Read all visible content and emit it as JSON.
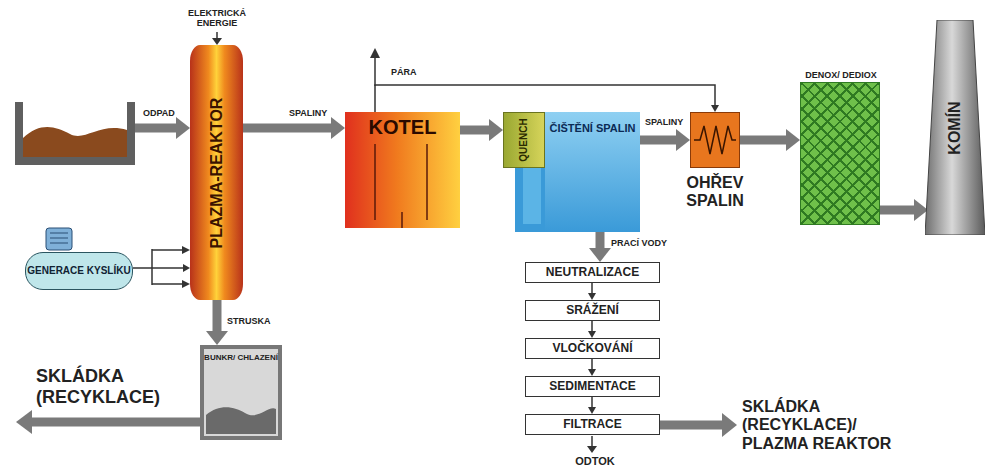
{
  "diagram": {
    "nodes": [
      {
        "text": [
          "BUNKR"
        ]
      },
      {
        "text": [
          "PLAZMA-REAKTOR"
        ]
      },
      {
        "text": [
          "GENERACE KYSLÍKU"
        ]
      },
      {
        "text": [
          "BUNKR/ CHLAZENÍ"
        ]
      },
      {
        "text": [
          "KOTEL"
        ]
      },
      {
        "text": [
          "QUENCH"
        ]
      },
      {
        "text": [
          "ČIŠTĚNÍ SPALIN"
        ]
      },
      {
        "text": [
          "OHŘEV SPALIN"
        ]
      },
      {
        "text": [
          "DENOX/ DEDIOX"
        ]
      },
      {
        "text": [
          "KOMÍN"
        ]
      },
      {
        "text": [
          "NEUTRALIZACE"
        ]
      },
      {
        "text": [
          "SRÁŽENÍ"
        ]
      },
      {
        "text": [
          "VLOČKOVÁNÍ"
        ]
      },
      {
        "text": [
          "SEDIMENTACE"
        ]
      },
      {
        "text": [
          "FILTRACE"
        ]
      }
    ],
    "edges": [
      {
        "from": 0,
        "to": 1,
        "label": "ODPAD",
        "arrow": "to"
      },
      {
        "from": 2,
        "to": 1,
        "arrow": "to"
      },
      {
        "from": 1,
        "to": 3,
        "label": "STRUSKA",
        "arrow": "to"
      },
      {
        "from": 1,
        "to": 4,
        "label": "SPALINY",
        "arrow": "to"
      },
      {
        "from": 4,
        "to": 7,
        "label": "PÁRA",
        "arrow": "to"
      },
      {
        "from": 4,
        "to": 5,
        "arrow": "to"
      },
      {
        "from": 6,
        "to": 7,
        "label": "SPALINY",
        "arrow": "to"
      },
      {
        "from": 7,
        "to": 8,
        "arrow": "to"
      },
      {
        "from": 8,
        "to": 9,
        "arrow": "to"
      },
      {
        "from": 6,
        "to": 10,
        "label": "PRACÍ VODY",
        "arrow": "to"
      },
      {
        "from": 10,
        "to": 11,
        "arrow": "to"
      },
      {
        "from": 11,
        "to": 12,
        "arrow": "to"
      },
      {
        "from": 12,
        "to": 13,
        "arrow": "to"
      },
      {
        "from": 13,
        "to": 14,
        "arrow": "to"
      }
    ],
    "labels": [
      "ELEKTRICKÁ ENERGIE",
      "SKLÁDKA (RECYKLACE)",
      "SKLÁDKA (RECYKLACE)/ PLAZMA REAKTOR",
      "ODTOK"
    ]
  }
}
